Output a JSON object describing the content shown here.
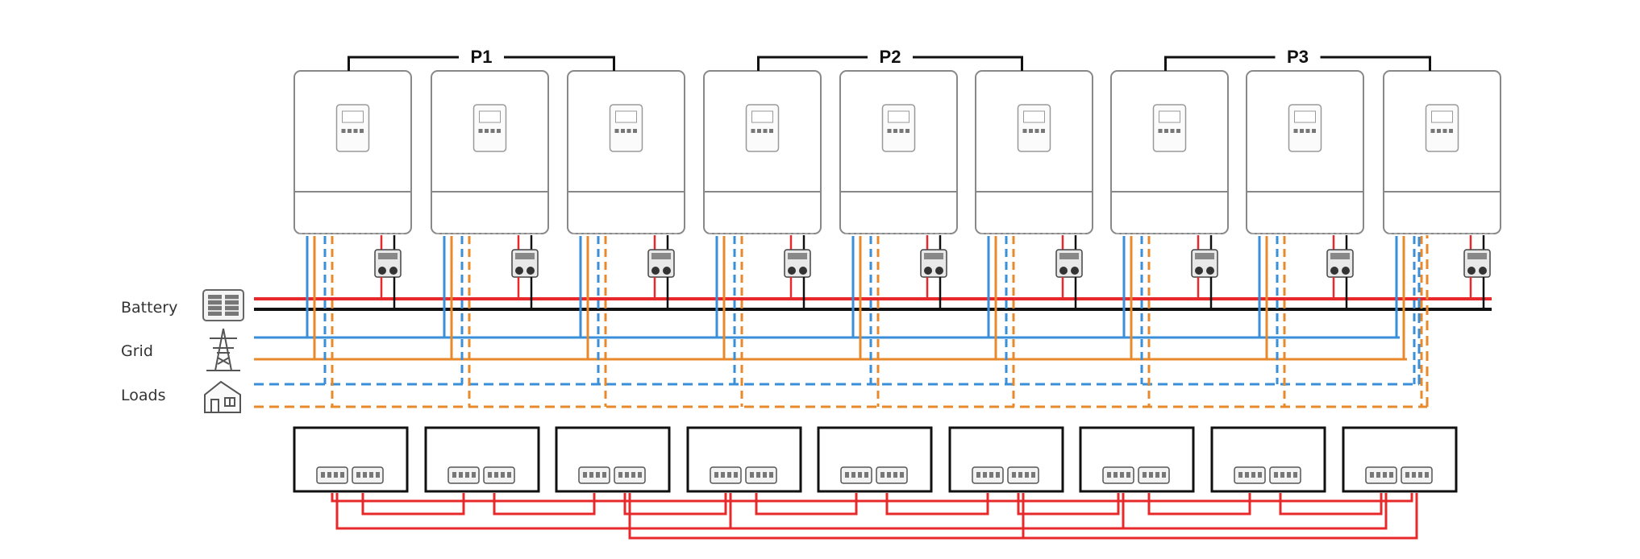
{
  "groups": [
    {
      "label": "P1",
      "inverters": 3
    },
    {
      "label": "P2",
      "inverters": 3
    },
    {
      "label": "P3",
      "inverters": 3
    }
  ],
  "legend": {
    "battery": "Battery",
    "grid": "Grid",
    "loads": "Loads"
  },
  "icons": {
    "battery": "battery-icon",
    "grid": "transmission-tower-icon",
    "loads": "house-icon"
  },
  "colors": {
    "battery_positive": "#e8292b",
    "battery_negative": "#111111",
    "grid_l": "#3a8fd8",
    "grid_n": "#e8892b",
    "loads_l": "#3a8fd8",
    "loads_n": "#e8892b",
    "comm": "#e8292b",
    "outline": "#888888"
  }
}
